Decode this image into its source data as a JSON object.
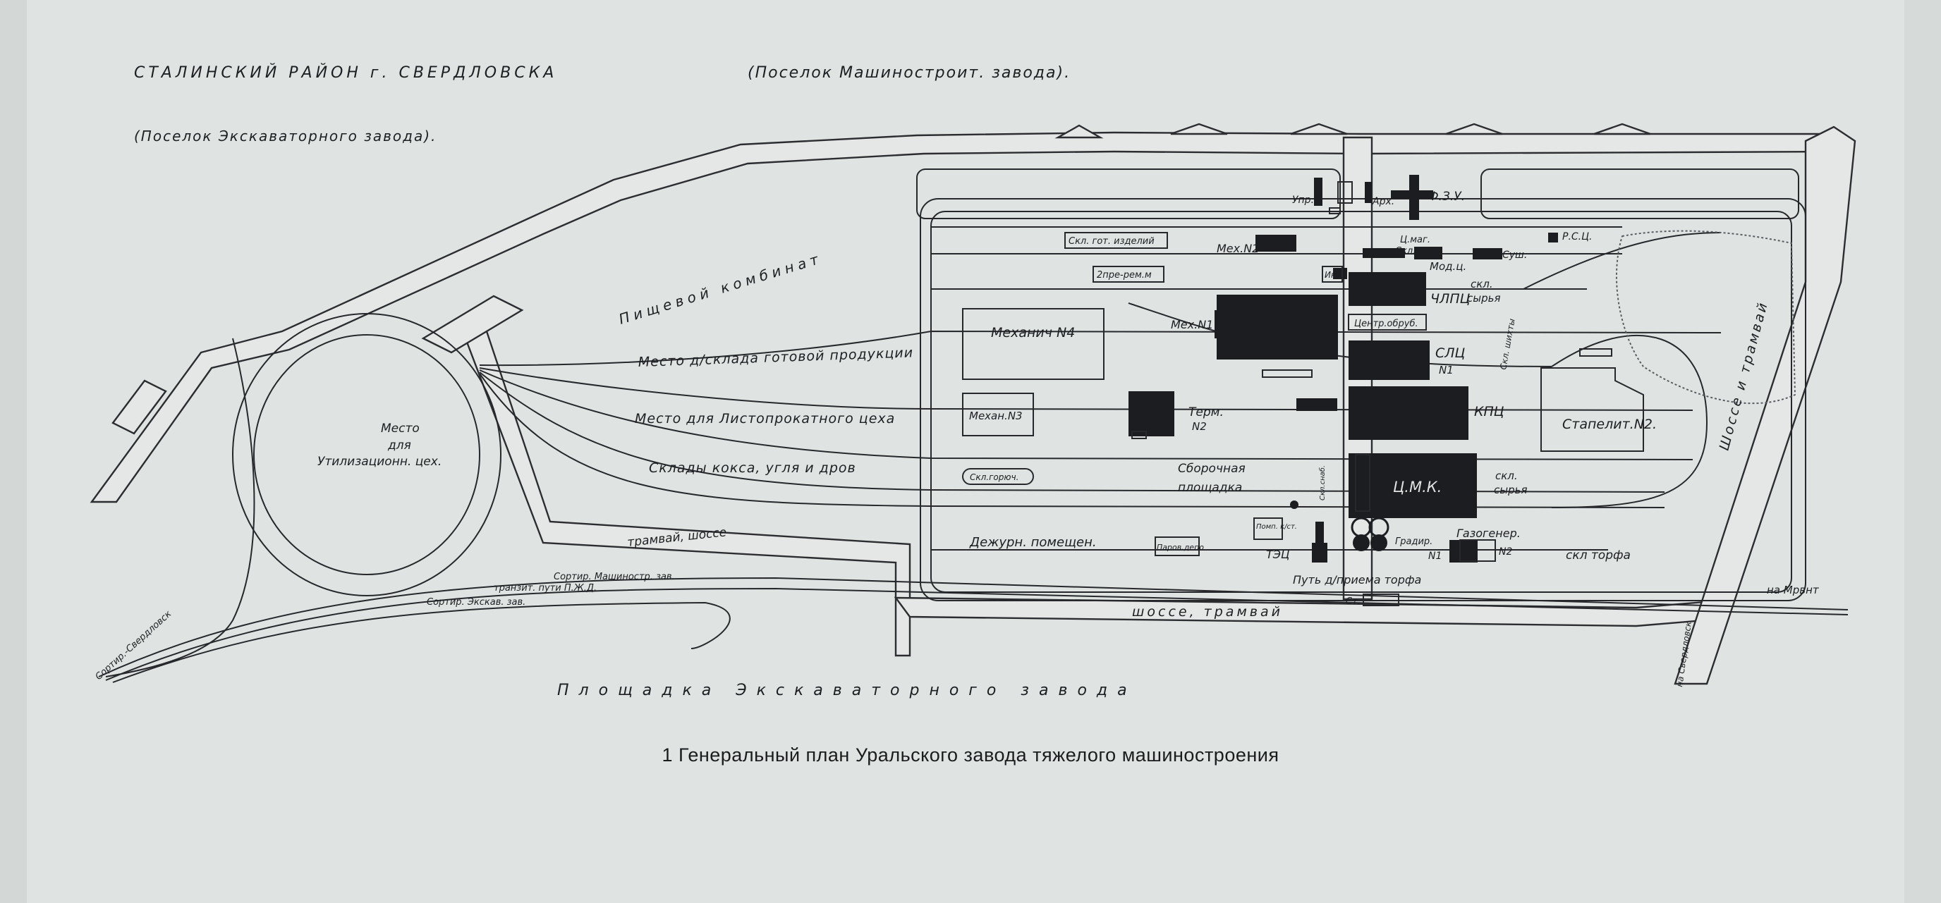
{
  "header": {
    "district": "СТАЛИНСКИЙ РАЙОН г. СВЕРДЛОВСКА",
    "settlement_machine": "(Поселок Машиностроит. завода).",
    "settlement_excavator": "(Поселок Экскаваторного завода)."
  },
  "areas": {
    "food_plant": "Пищевой комбинат",
    "finished_storage": "Место д/склада готовой продукции",
    "sheet_rolling": "Место для Листопрокатного цеха",
    "coke_storage": "Склады кокса, угля и дров",
    "disposal_1": "Место",
    "disposal_2": "для",
    "disposal_3": "Утилизационн. цех.",
    "excavator_site": "Площадка Экскаваторного завода",
    "highway_tram_bottom": "шоссе, трамвай",
    "tram_highway_left": "трамвай, шоссе",
    "highway_tram_right": "Шоссе и трамвай",
    "assembly_1": "Сборочная",
    "assembly_2": "площадка",
    "duty_room": "Дежурн. помещен.",
    "peat_storage": "скл торфа",
    "peat_track": "Путь д/приема торфа",
    "raw_1a": "скл.",
    "raw_1b": "сырья",
    "raw_2a": "скл.",
    "raw_2b": "сырья"
  },
  "buildings": {
    "mech2": "Мех.N2",
    "mech1": "Мех.N1",
    "mech4": "Механич N4",
    "mech3": "Механ.N3",
    "finished_goods": "Скл. гот. изделий",
    "dwelling": "2пре-рем.м",
    "tool": "Инс.",
    "central_mag": "Ц.маг.",
    "skl": "Скл.",
    "model": "Мод.ц.",
    "dry": "Суш.",
    "rsc": "Р.С.Ц.",
    "fzu": "Ф.З.У.",
    "upr": "Упр.",
    "arh": "Арх.",
    "chlpc": "ЧЛПЦ",
    "centr_obr": "Центр.обруб.",
    "slc_1": "СЛЦ",
    "slc_2": "N1",
    "kpc": "КПЦ",
    "tmk": "Ц.М.К.",
    "term_1": "Терм.",
    "term_2": "N2",
    "stapel": "Стапелит.N2.",
    "skl_gorn": "Скл.горюч.",
    "tec": "ТЭЦ",
    "gradir": "Градир.",
    "gasgen": "Газогенер.",
    "n1": "N1",
    "n2": "N2",
    "parovoz": "Паров.депо",
    "pomp": "Помп. к/ст.",
    "st": "Ст.",
    "skl_snab": "Скл.снаб.",
    "sklad_lithe": "Скл. шихты"
  },
  "rail": {
    "sort_machine": "Сортир. Машиностр. зав.",
    "transit": "транзит. пути П.Ж.Д.",
    "sort_excav": "Сортир. Экскав. зав.",
    "sort_sverdlovsk": "Сортир.-Свердловск",
    "to_mrvnt": "на Мрвнт",
    "to_sverdlovsk": "на Свердловск"
  },
  "caption": "1 Генеральный план Уральского завода тяжелого машиностроения",
  "colors": {
    "paper": "#dfe3e2",
    "ink": "#1c1d20",
    "road_fill": "#e4e7e5"
  }
}
